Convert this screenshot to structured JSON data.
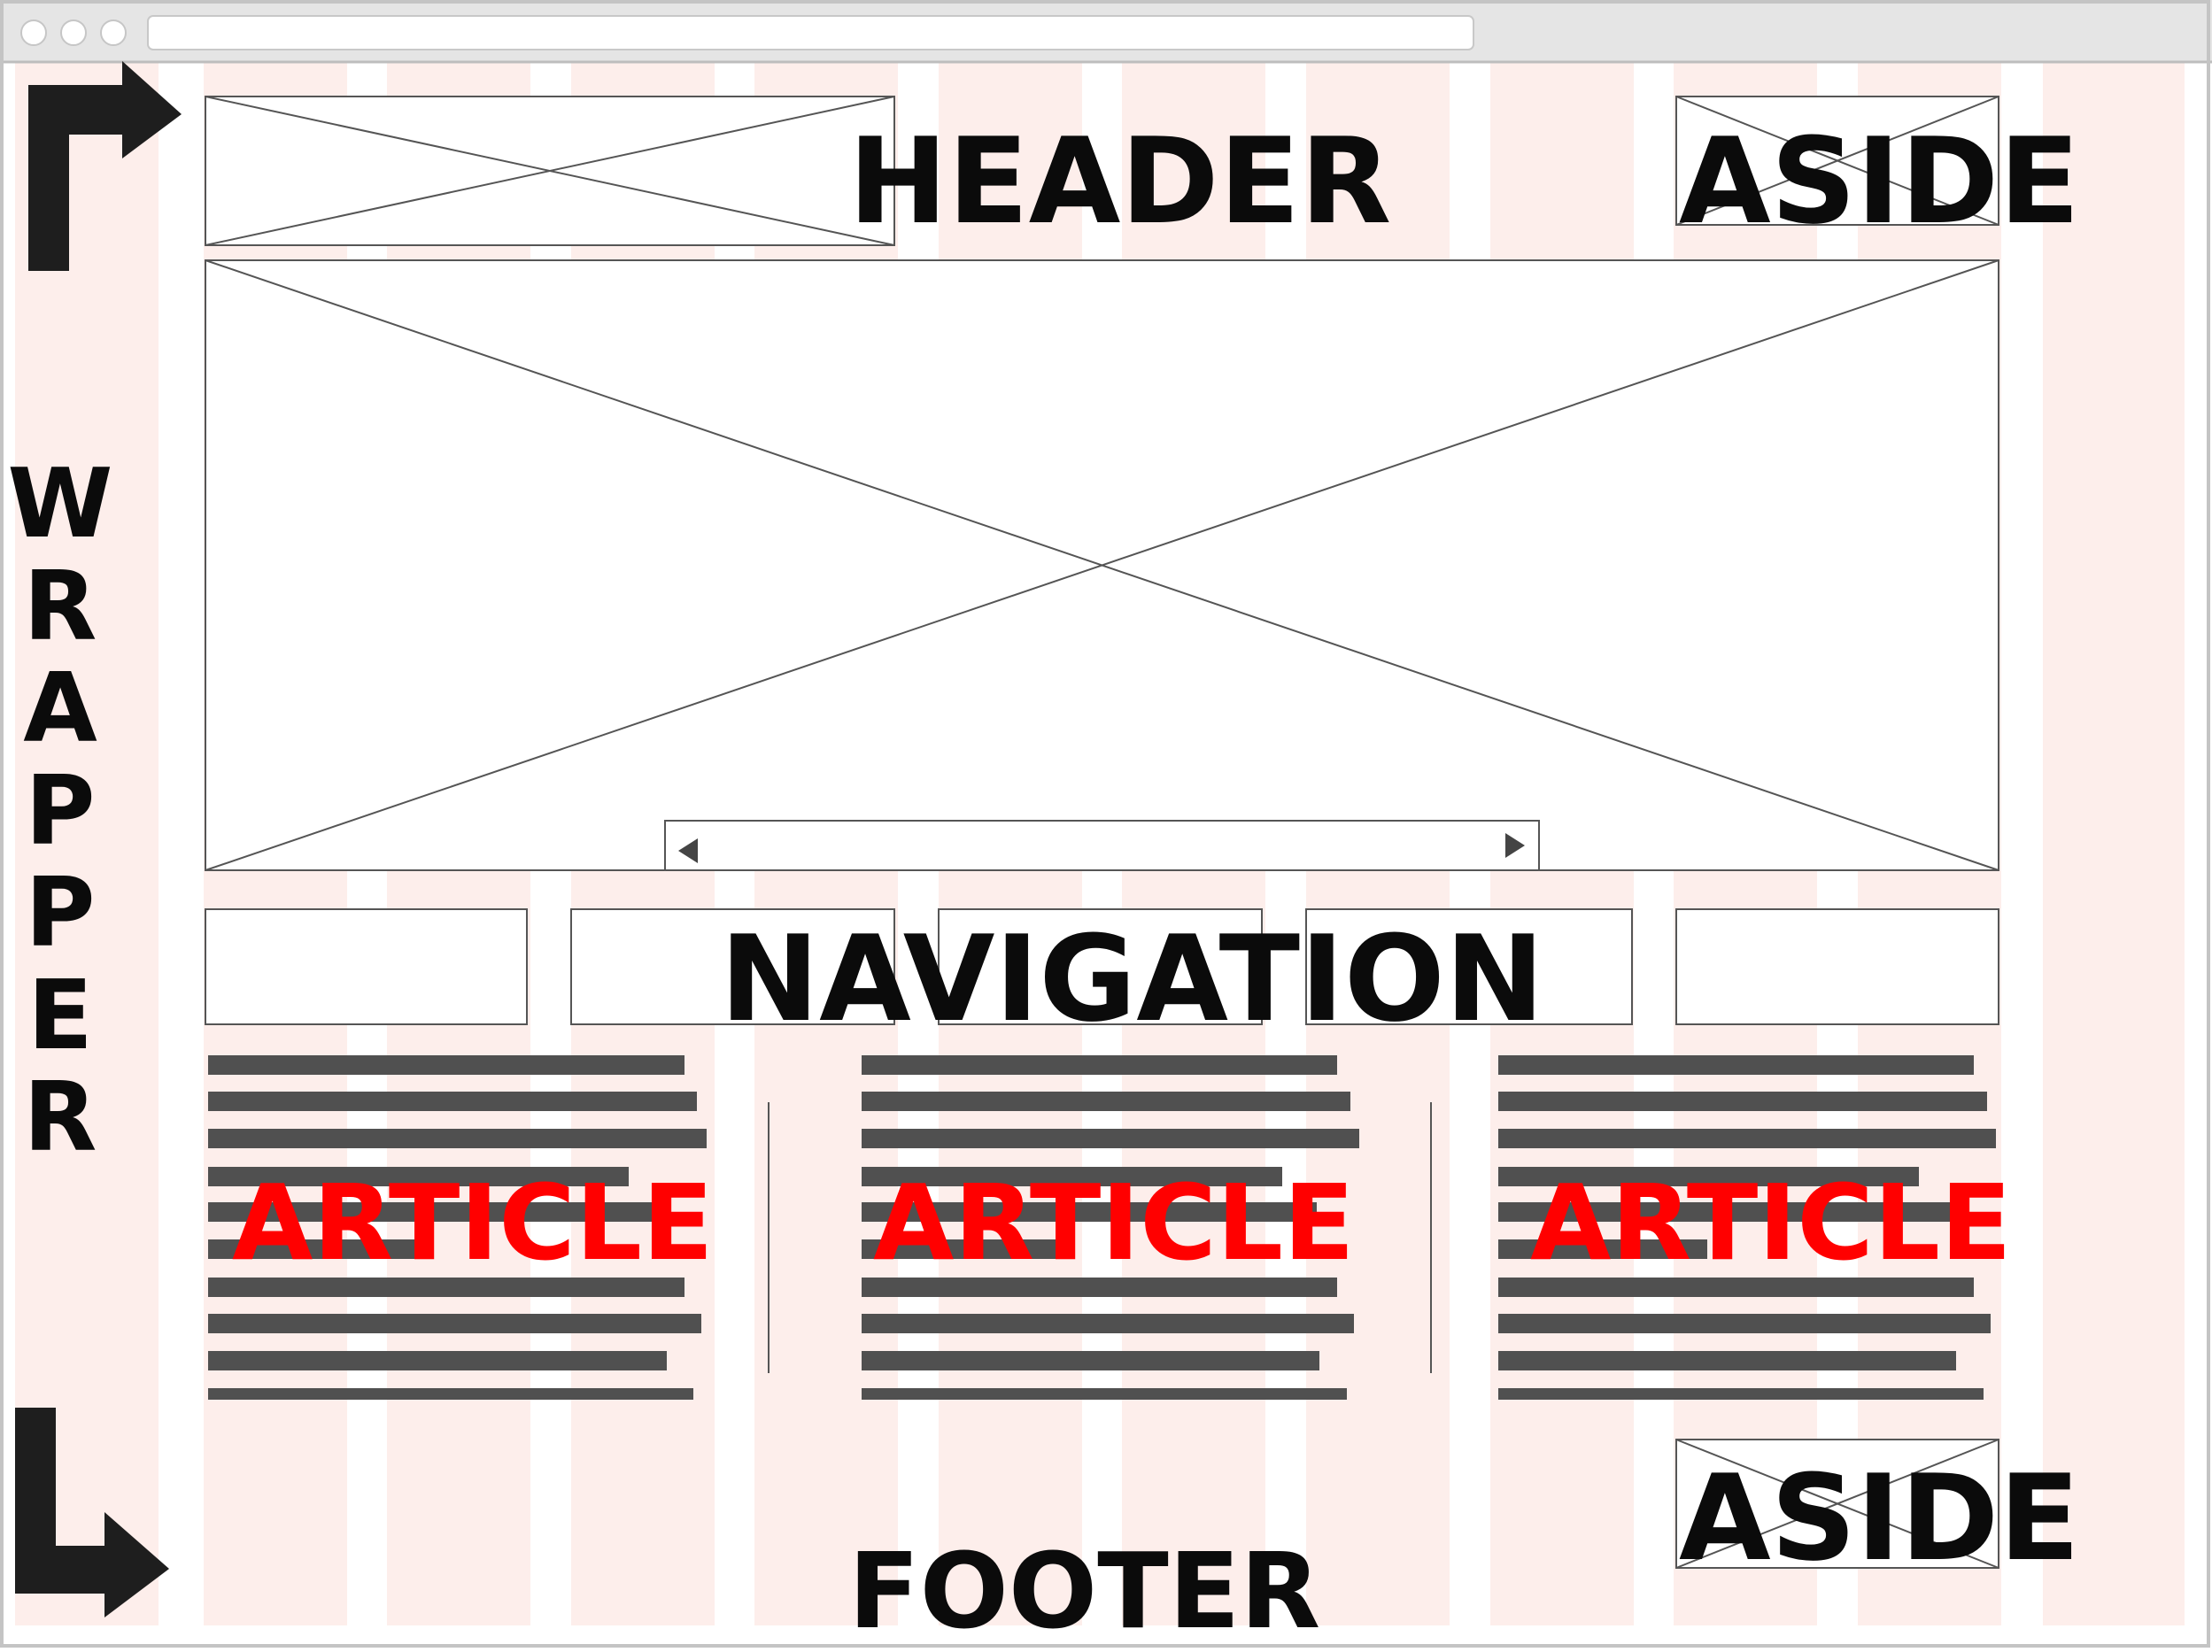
{
  "browser": {
    "window_buttons": [
      "close-dot",
      "minimize-dot",
      "zoom-dot"
    ],
    "address_bar": ""
  },
  "layout": {
    "wrapper_label": "WRAPPER",
    "header_label": "HEADER",
    "aside_label": "ASIDE",
    "navigation_label": "NAVIGATION",
    "article_label": "ARTICLE",
    "footer_label": "FOOTER"
  },
  "icons": {
    "top_arrow": "turn-right-arrow-icon",
    "bottom_arrow": "turn-right-arrow-icon",
    "slider_prev": "triangle-left-icon",
    "slider_next": "triangle-right-icon",
    "placeholder": "image-placeholder-icon"
  },
  "colors": {
    "grid_column": "#fdeeeb",
    "text_dark": "#0b0b0b",
    "article_label": "#ff0000",
    "text_line": "#505050",
    "chrome_bar": "#e5e5e5"
  }
}
